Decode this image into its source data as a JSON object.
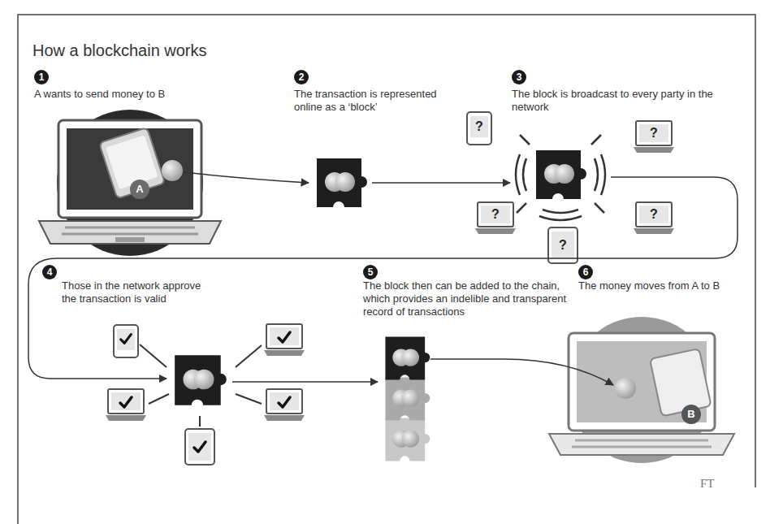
{
  "diagram": {
    "title": "How a blockchain works",
    "labels": [
      "1",
      "A wants to send money to B",
      "2",
      "The transaction is represented online as a ‘block’",
      "3",
      "The block is broadcast to every party in the network",
      "?",
      "?",
      "?",
      "?",
      "?",
      "4",
      "Those in the network approve the transaction is valid",
      "5",
      "The block then can be added to the chain, which provides an indelible and transparent record of transactions",
      "6",
      "The money moves from A to B",
      "A",
      "B",
      "FT"
    ]
  }
}
